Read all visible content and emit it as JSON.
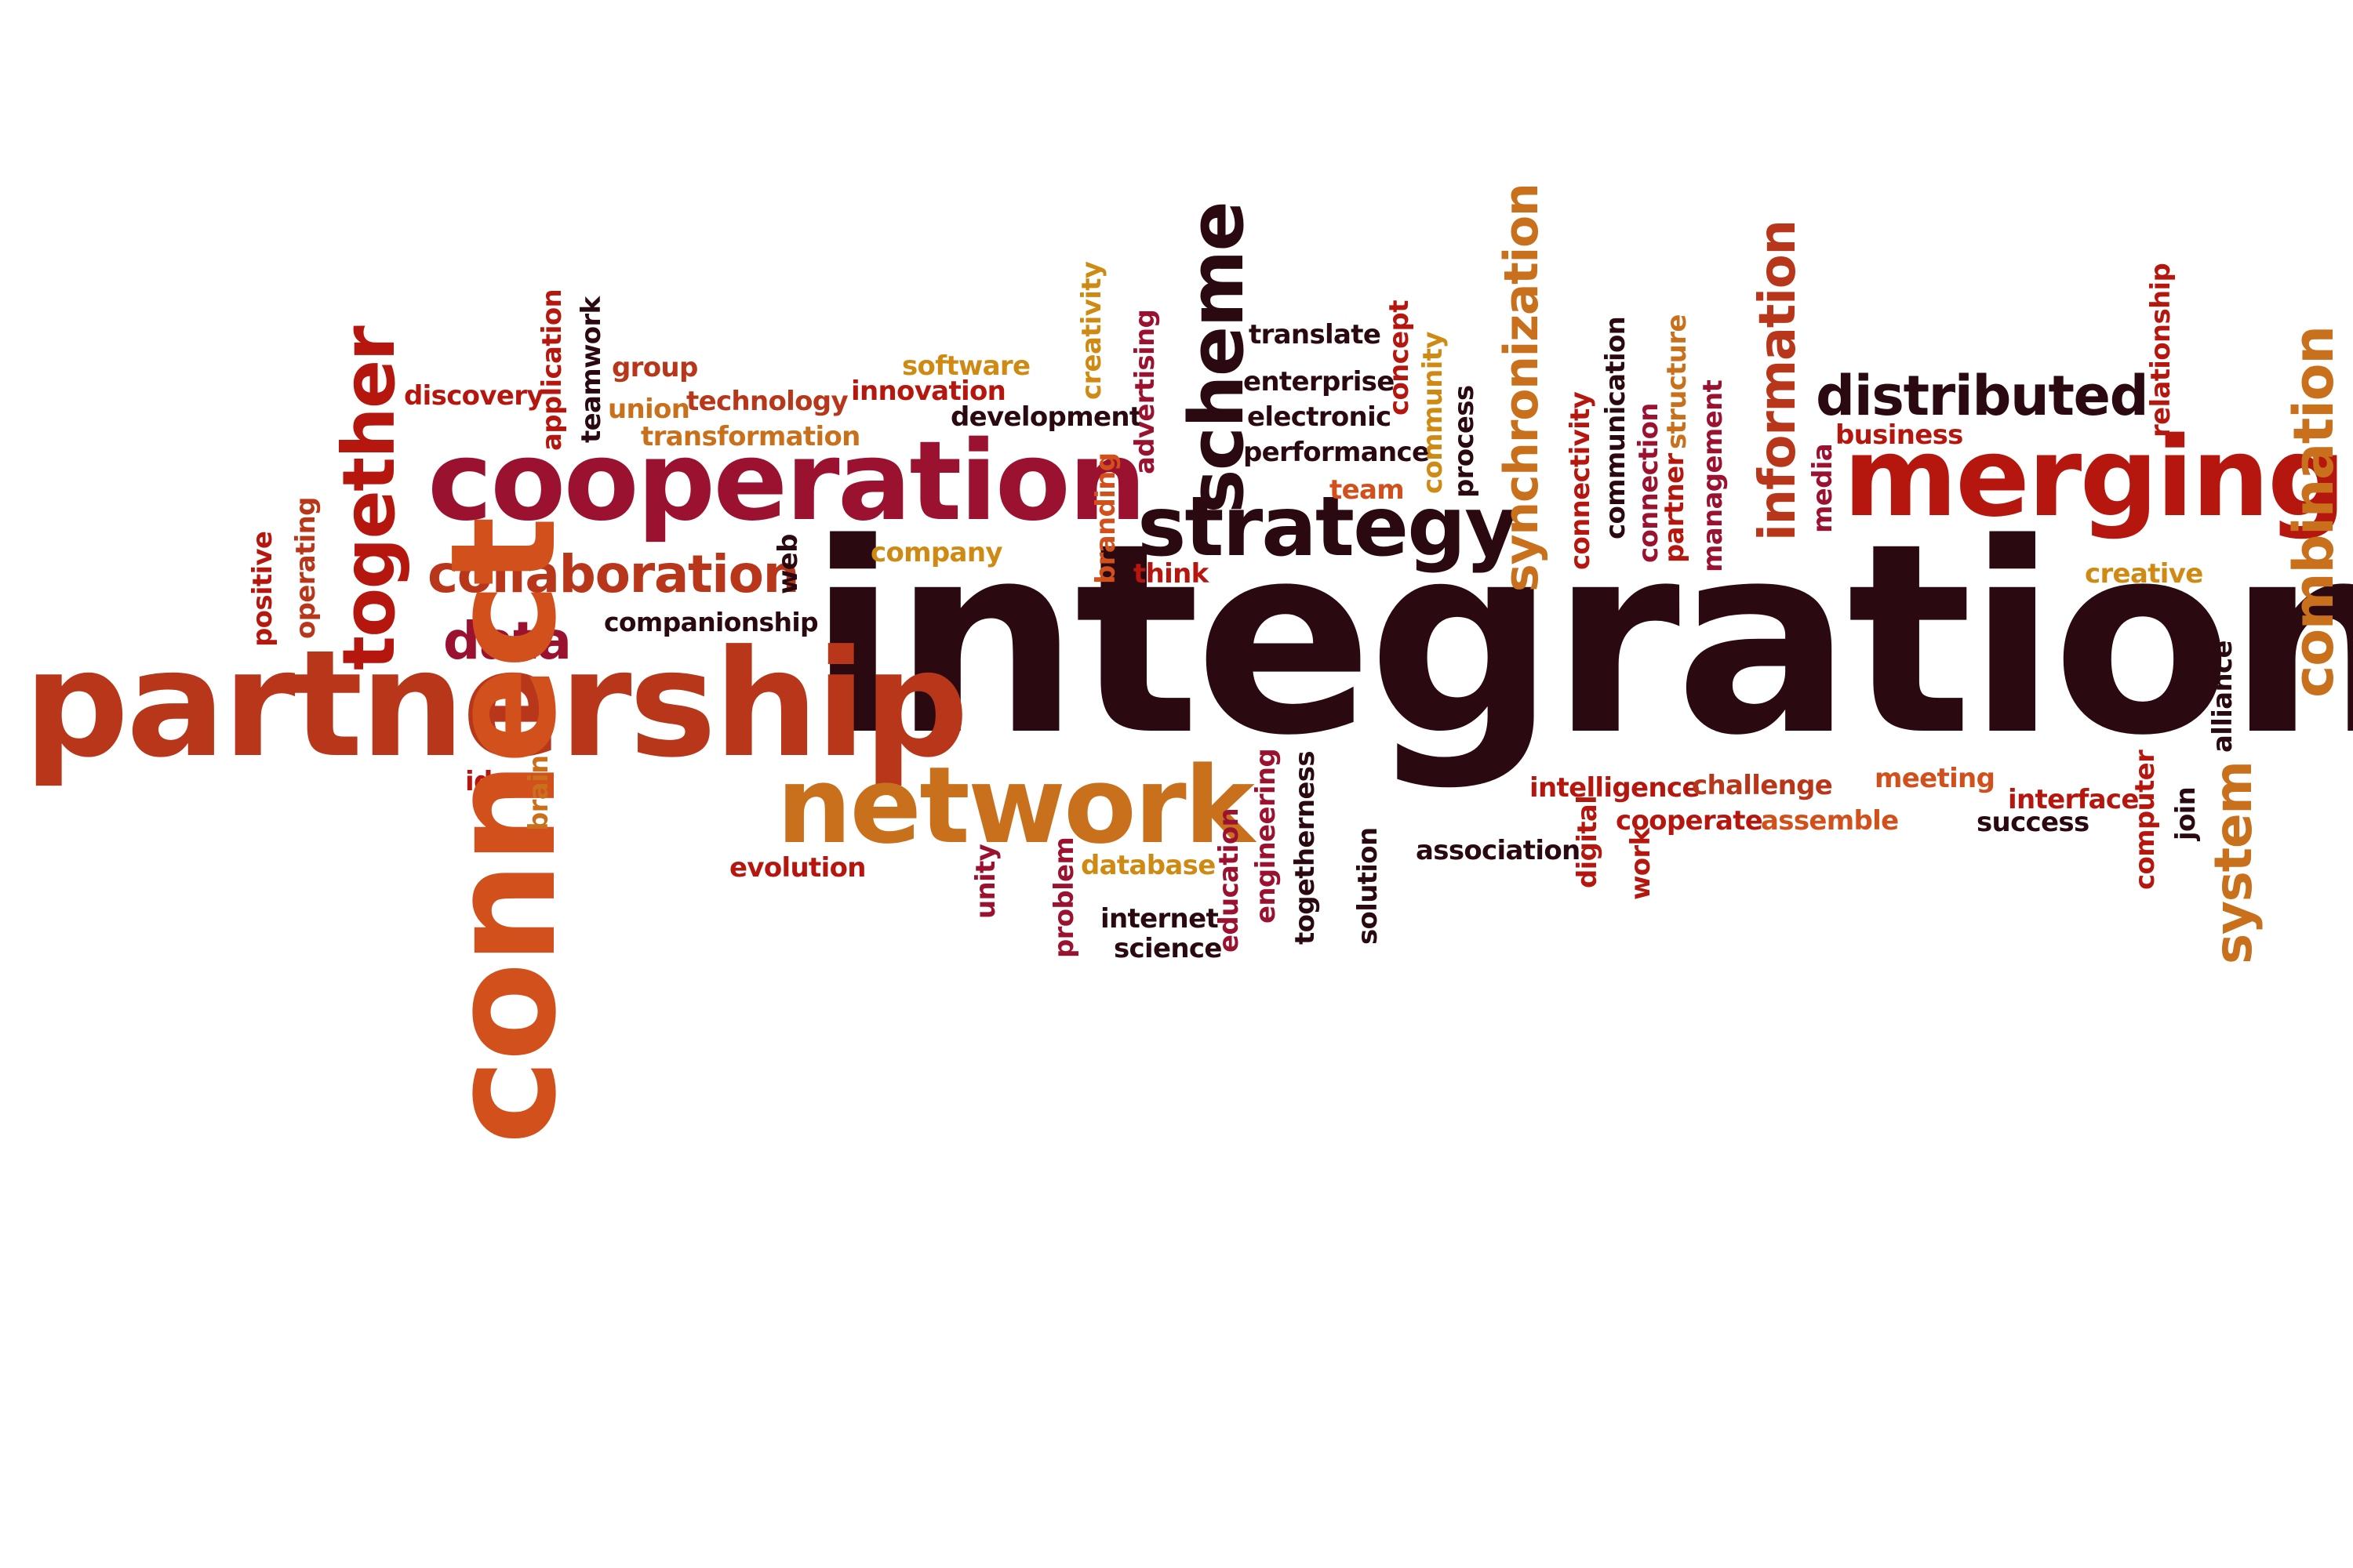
{
  "words": [
    {
      "text": "integration",
      "color": "dark-maroon"
    },
    {
      "text": "partnership",
      "color": "rust"
    },
    {
      "text": "connect",
      "color": "orange-red"
    },
    {
      "text": "cooperation",
      "color": "crimson"
    },
    {
      "text": "merging",
      "color": "red"
    },
    {
      "text": "strategy",
      "color": "dark-maroon"
    },
    {
      "text": "network",
      "color": "orange"
    },
    {
      "text": "together",
      "color": "red"
    },
    {
      "text": "scheme",
      "color": "dark-maroon"
    },
    {
      "text": "synchronization",
      "color": "orange"
    },
    {
      "text": "information",
      "color": "rust"
    },
    {
      "text": "combination",
      "color": "orange"
    },
    {
      "text": "distributed",
      "color": "dark-maroon"
    },
    {
      "text": "collaboration",
      "color": "rust"
    },
    {
      "text": "data",
      "color": "crimson"
    },
    {
      "text": "system",
      "color": "orange"
    },
    {
      "text": "companionship",
      "color": "dark-maroon"
    },
    {
      "text": "company",
      "color": "amber"
    },
    {
      "text": "translate",
      "color": "dark-maroon"
    },
    {
      "text": "enterprise",
      "color": "dark-maroon"
    },
    {
      "text": "electronic",
      "color": "dark-maroon"
    },
    {
      "text": "performance",
      "color": "dark-maroon"
    },
    {
      "text": "team",
      "color": "orange-red"
    },
    {
      "text": "think",
      "color": "red"
    },
    {
      "text": "discovery",
      "color": "red"
    },
    {
      "text": "group",
      "color": "rust"
    },
    {
      "text": "union",
      "color": "orange"
    },
    {
      "text": "technology",
      "color": "rust"
    },
    {
      "text": "transformation",
      "color": "orange"
    },
    {
      "text": "software",
      "color": "amber"
    },
    {
      "text": "innovation",
      "color": "red"
    },
    {
      "text": "development",
      "color": "dark-maroon"
    },
    {
      "text": "business",
      "color": "red"
    },
    {
      "text": "creative",
      "color": "amber"
    },
    {
      "text": "evolution",
      "color": "red"
    },
    {
      "text": "idea",
      "color": "red"
    },
    {
      "text": "database",
      "color": "amber"
    },
    {
      "text": "internet",
      "color": "dark-maroon"
    },
    {
      "text": "science",
      "color": "dark-maroon"
    },
    {
      "text": "association",
      "color": "dark-maroon"
    },
    {
      "text": "intelligence",
      "color": "red"
    },
    {
      "text": "challenge",
      "color": "rust"
    },
    {
      "text": "cooperate",
      "color": "red"
    },
    {
      "text": "assemble",
      "color": "orange-red"
    },
    {
      "text": "meeting",
      "color": "orange-red"
    },
    {
      "text": "interface",
      "color": "red"
    },
    {
      "text": "success",
      "color": "dark-maroon"
    },
    {
      "text": "positive",
      "color": "red"
    },
    {
      "text": "operating",
      "color": "rust"
    },
    {
      "text": "web",
      "color": "dark-maroon"
    },
    {
      "text": "application",
      "color": "red"
    },
    {
      "text": "teamwork",
      "color": "dark-maroon"
    },
    {
      "text": "creativity",
      "color": "amber"
    },
    {
      "text": "advertising",
      "color": "crimson"
    },
    {
      "text": "branding",
      "color": "orange-red"
    },
    {
      "text": "concept",
      "color": "red"
    },
    {
      "text": "community",
      "color": "amber"
    },
    {
      "text": "process",
      "color": "dark-maroon"
    },
    {
      "text": "connectivity",
      "color": "red"
    },
    {
      "text": "communication",
      "color": "dark-maroon"
    },
    {
      "text": "connection",
      "color": "crimson"
    },
    {
      "text": "partner",
      "color": "red"
    },
    {
      "text": "structure",
      "color": "orange"
    },
    {
      "text": "management",
      "color": "crimson"
    },
    {
      "text": "media",
      "color": "crimson"
    },
    {
      "text": "relationship",
      "color": "red"
    },
    {
      "text": "alliance",
      "color": "dark-maroon"
    },
    {
      "text": "join",
      "color": "dark-maroon"
    },
    {
      "text": "computer",
      "color": "red"
    },
    {
      "text": "brain",
      "color": "orange"
    },
    {
      "text": "unity",
      "color": "crimson"
    },
    {
      "text": "problem",
      "color": "crimson"
    },
    {
      "text": "education",
      "color": "crimson"
    },
    {
      "text": "engineering",
      "color": "crimson"
    },
    {
      "text": "togetherness",
      "color": "dark-maroon"
    },
    {
      "text": "solution",
      "color": "dark-maroon"
    },
    {
      "text": "digital",
      "color": "red"
    },
    {
      "text": "work",
      "color": "red"
    }
  ],
  "palette": {
    "dark-maroon": "#2a0a10",
    "crimson": "#9b1230",
    "red": "#b5170f",
    "rust": "#b8361a",
    "orange-red": "#d2501c",
    "orange": "#c9701c",
    "amber": "#cf8a14"
  }
}
